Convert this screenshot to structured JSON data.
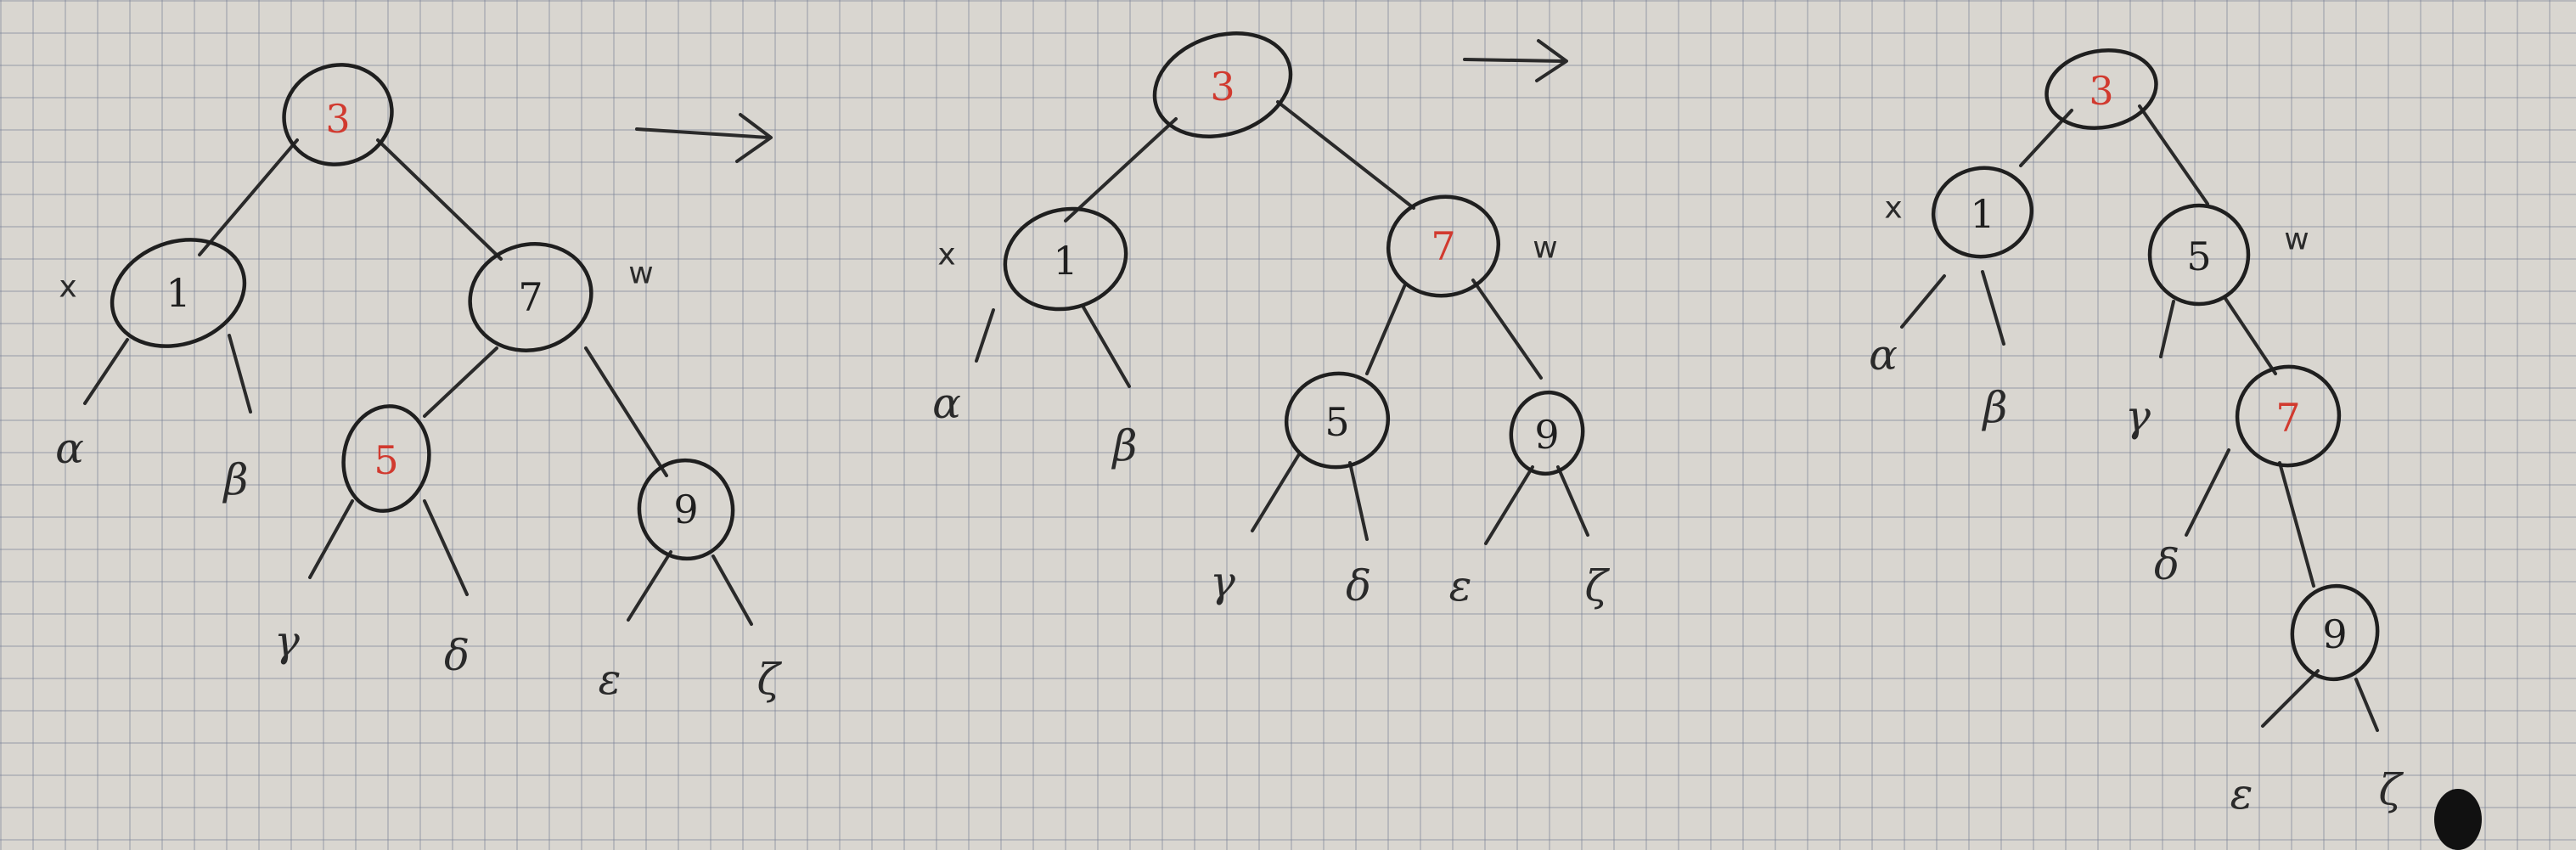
{
  "colors": {
    "ink": "#2a2a2a",
    "red": "#d13a2f",
    "black": "#1f1f1f",
    "grid": "#7880a0"
  },
  "trees": [
    {
      "nodes": [
        {
          "id": "t1-n3",
          "key": "3",
          "color": "red"
        },
        {
          "id": "t1-n1",
          "key": "1",
          "color": "black",
          "tag": "x"
        },
        {
          "id": "t1-n7",
          "key": "7",
          "color": "black",
          "tag": "w"
        },
        {
          "id": "t1-n5",
          "key": "5",
          "color": "red"
        },
        {
          "id": "t1-n9",
          "key": "9",
          "color": "black"
        }
      ],
      "leaves": [
        "α",
        "β",
        "γ",
        "δ",
        "ε",
        "ζ"
      ]
    },
    {
      "nodes": [
        {
          "id": "t2-n3",
          "key": "3",
          "color": "red"
        },
        {
          "id": "t2-n1",
          "key": "1",
          "color": "black",
          "tag": "x"
        },
        {
          "id": "t2-n7",
          "key": "7",
          "color": "red",
          "tag": "w"
        },
        {
          "id": "t2-n5",
          "key": "5",
          "color": "black"
        },
        {
          "id": "t2-n9",
          "key": "9",
          "color": "black"
        }
      ],
      "leaves": [
        "α",
        "β",
        "γ",
        "δ",
        "ε",
        "ζ"
      ]
    },
    {
      "nodes": [
        {
          "id": "t3-n3",
          "key": "3",
          "color": "red"
        },
        {
          "id": "t3-n1",
          "key": "1",
          "color": "black",
          "tag": "x"
        },
        {
          "id": "t3-n5",
          "key": "5",
          "color": "black",
          "tag": "w"
        },
        {
          "id": "t3-n7",
          "key": "7",
          "color": "red"
        },
        {
          "id": "t3-n9",
          "key": "9",
          "color": "black"
        }
      ],
      "leaves": [
        "α",
        "β",
        "γ",
        "δ",
        "ε",
        "ζ"
      ]
    }
  ],
  "arrows": [
    "→",
    "→"
  ]
}
